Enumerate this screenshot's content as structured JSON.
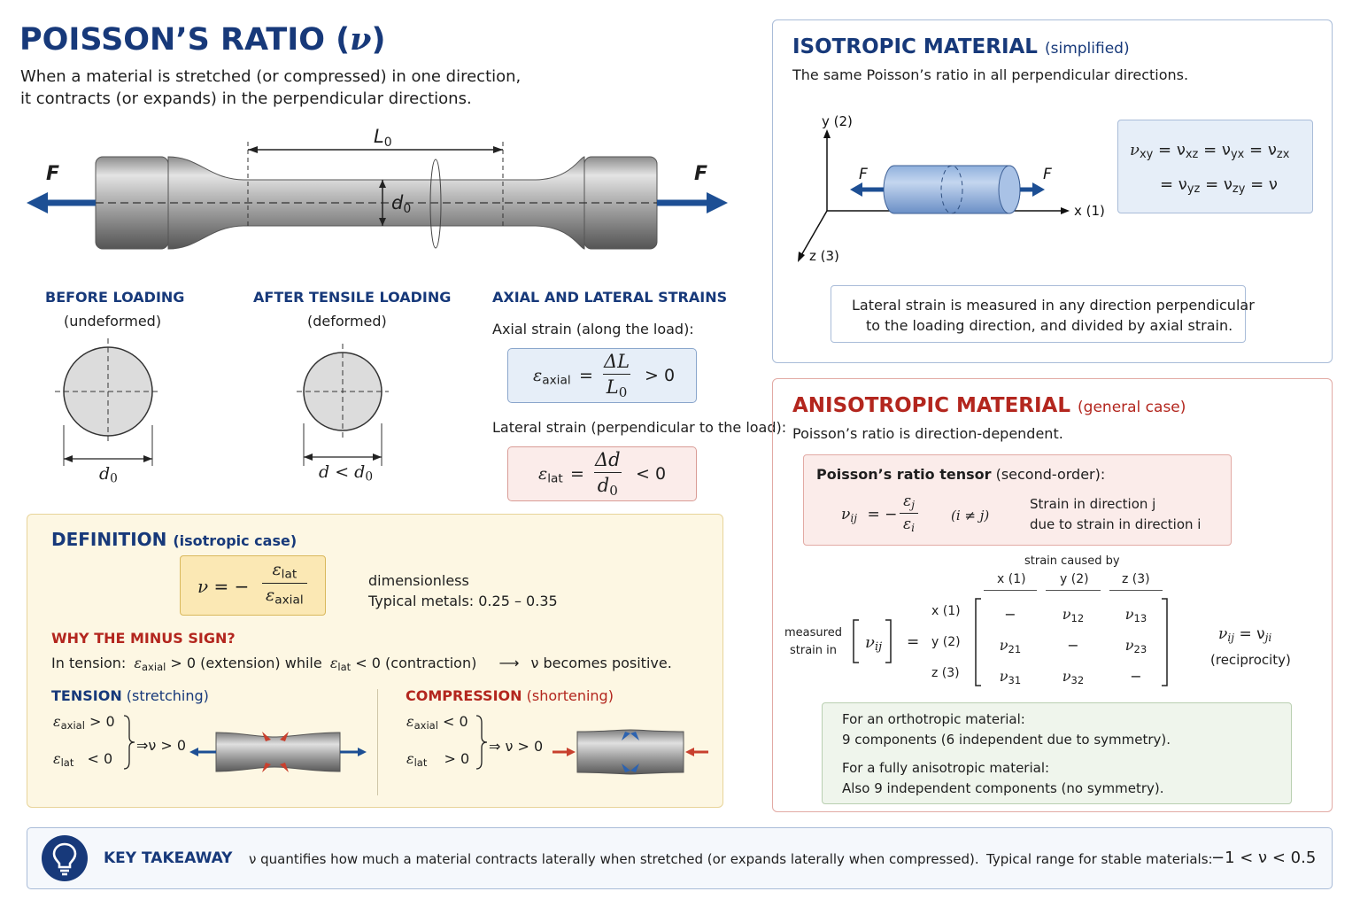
{
  "header": {
    "title": "POISSON’S RATIO (",
    "title_symbol": "ν",
    "title_close": ")",
    "line1": "When a material is stretched (or compressed) in one direction,",
    "line2": "it contracts (or expands) in the perpendicular directions."
  },
  "specimen": {
    "force_left": "F",
    "force_right": "F",
    "length_label": "L",
    "length_sub": "0",
    "diam_label": "d",
    "diam_sub": "0"
  },
  "before": {
    "title": "BEFORE LOADING",
    "subtitle": "(undeformed)",
    "label": "d",
    "label_sub": "0"
  },
  "after": {
    "title": "AFTER TENSILE LOADING",
    "subtitle": "(deformed)",
    "label_a": "d < d",
    "label_sub": "0"
  },
  "strains": {
    "title": "AXIAL AND LATERAL STRAINS",
    "axial_caption": "Axial strain (along the load):",
    "axial_lhs": "ε",
    "axial_lhs_sub": "axial",
    "axial_num": "ΔL",
    "axial_den": "L",
    "axial_den_sub": "0",
    "axial_rel": "> 0",
    "lateral_caption": "Lateral strain (perpendicular to the load):",
    "lat_lhs": "ε",
    "lat_lhs_sub": "lat",
    "lat_num": "Δd",
    "lat_den": "d",
    "lat_den_sub": "0",
    "lat_rel": "< 0",
    "eq": "="
  },
  "definition": {
    "title": "DEFINITION",
    "title_paren": "(isotropic case)",
    "nu": "ν",
    "eq_minus": "= −",
    "num_eps": "ε",
    "num_sub": "lat",
    "den_eps": "ε",
    "den_sub": "axial",
    "dimensionless": "dimensionless",
    "typical": "Typical metals: 0.25 – 0.35",
    "why_title": "WHY THE MINUS SIGN?",
    "why_a": "In tension:",
    "why_eps1": "ε",
    "why_sub1": "axial",
    "why_b": "> 0 (extension) while",
    "why_eps2": "ε",
    "why_sub2": "lat",
    "why_c": "< 0 (contraction)",
    "why_arrow": "⟶",
    "why_d": "ν becomes positive."
  },
  "tension": {
    "title": "TENSION",
    "paren": "(stretching)",
    "eps": "ε",
    "sub1": "axial",
    "rel1": "> 0",
    "sub2": "lat",
    "rel2": "< 0",
    "result": "⇒ν > 0"
  },
  "compression": {
    "title": "COMPRESSION",
    "paren": "(shortening)",
    "eps": "ε",
    "sub1": "axial",
    "rel1": "< 0",
    "sub2": "lat",
    "rel2": "> 0",
    "result": "⇒ ν > 0"
  },
  "isotropic": {
    "title": "ISOTROPIC MATERIAL",
    "paren": "(simplified)",
    "desc": "The same Poisson’s ratio in all perpendicular directions.",
    "axis_y": "y (2)",
    "axis_x": "x (1)",
    "axis_z": "z (3)",
    "force": "F",
    "eq_line1": [
      "ν",
      "xy",
      "= ν",
      "xz",
      "= ν",
      "yx",
      "= ν",
      "zx"
    ],
    "eq_line2": [
      "= ν",
      "yz",
      "= ν",
      "zy",
      "= ν"
    ],
    "note1": "Lateral strain is measured in any direction perpendicular",
    "note2": "to the loading direction, and divided by axial strain."
  },
  "anisotropic": {
    "title": "ANISOTROPIC MATERIAL",
    "paren": "(general case)",
    "desc": "Poisson’s ratio is direction-dependent.",
    "tensor_title": "Poisson’s ratio tensor",
    "tensor_paren": "(second-order):",
    "nu": "ν",
    "nu_sub": "ij",
    "eq_minus": "= −",
    "num": "ε",
    "num_sub": "j",
    "den": "ε",
    "den_sub": "i",
    "cond": "(i ≠ j)",
    "expl1": "Strain in direction j",
    "expl2": "due to strain in direction i",
    "caused_by": "strain caused by",
    "col_headers": [
      "x (1)",
      "y (2)",
      "z (3)"
    ],
    "row_headers": [
      "x (1)",
      "y (2)",
      "z (3)"
    ],
    "measured1": "measured",
    "measured2": "strain in",
    "matrix_eq": "=",
    "matrix": [
      [
        "−",
        "ν12",
        "ν13"
      ],
      [
        "ν21",
        "−",
        "ν23"
      ],
      [
        "ν31",
        "ν32",
        "−"
      ]
    ],
    "recip_lhs": "ν",
    "recip_sub1": "ij",
    "recip_eq": "= ν",
    "recip_sub2": "ji",
    "recip_note": "(reciprocity)",
    "ortho1": "For an orthotropic material:",
    "ortho2": "9 components (6 independent due to symmetry).",
    "aniso1": "For a fully anisotropic material:",
    "aniso2": "Also 9 independent components (no symmetry)."
  },
  "takeaway": {
    "title": "KEY TAKEAWAY",
    "text": "ν quantifies how much a material contracts laterally when stretched (or expands laterally when compressed).",
    "range_label": "Typical range for stable materials:",
    "range": "−1 < ν < 0.5"
  },
  "colors": {
    "navy": "#17397a",
    "red": "#b3261e",
    "blue_box": "#e6eef8",
    "red_box": "#fbecea",
    "yellow_box": "#fdf7e3",
    "green_box": "#eff5ec"
  }
}
